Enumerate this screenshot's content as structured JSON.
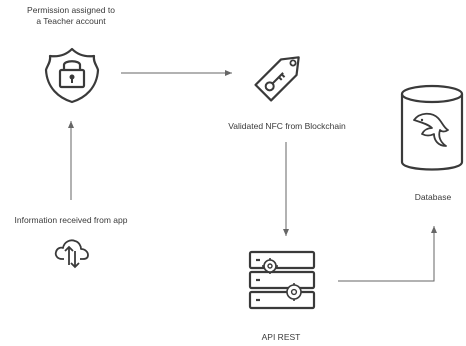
{
  "nodes": {
    "permission": {
      "label_line1": "Permission assigned to",
      "label_line2": "a Teacher account",
      "icon": "shield-lock-icon"
    },
    "nfc": {
      "label": "Validated NFC from Blockchain",
      "icon": "tag-key-icon"
    },
    "database": {
      "label": "Database",
      "icon": "database-dolphin-icon"
    },
    "app": {
      "label": "Information received from app",
      "icon": "cloud-sync-icon"
    },
    "api": {
      "label": "API REST",
      "icon": "server-gear-icon"
    }
  },
  "colors": {
    "stroke": "#3a3a3a",
    "text": "#3a3a3a",
    "arrow": "#666666",
    "background": "#ffffff"
  }
}
